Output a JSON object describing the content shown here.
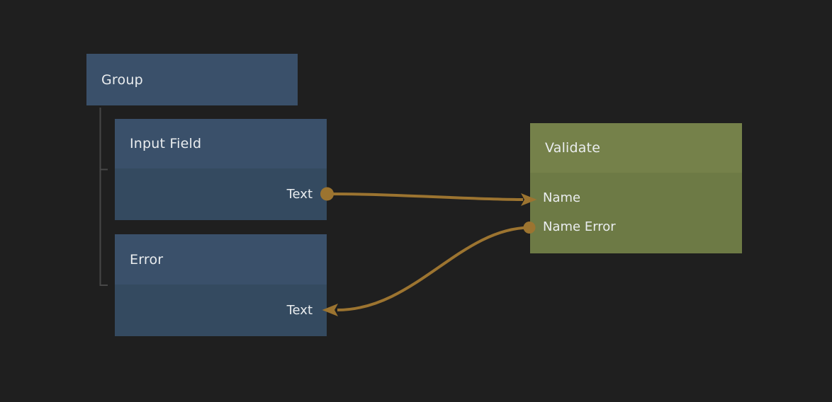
{
  "canvas": {
    "background": "#1f1f1f"
  },
  "palette": {
    "blue_node_header": "#3a506a",
    "blue_node_body": "#344a60",
    "green_node_header": "#75814a",
    "green_node_body": "#6d7a45",
    "wire": "#9c7430",
    "tree_line": "#474747",
    "text": "#eaedef"
  },
  "nodes": [
    {
      "title": "Group",
      "kind": "group",
      "color": "blue",
      "children": [
        "Input Field",
        "Error"
      ]
    },
    {
      "title": "Input Field",
      "color": "blue",
      "parent": "Group",
      "outputs": [
        {
          "label": "Text",
          "connector": "dot"
        }
      ]
    },
    {
      "title": "Error",
      "color": "blue",
      "parent": "Group",
      "inputs": [
        {
          "label": "Text",
          "connector": "arrow"
        }
      ]
    },
    {
      "title": "Validate",
      "color": "green",
      "inputs": [
        {
          "label": "Name",
          "connector": "arrow"
        }
      ],
      "outputs": [
        {
          "label": "Name Error",
          "connector": "dot"
        }
      ]
    }
  ],
  "connections": [
    {
      "from": "Input Field / Text",
      "to": "Validate / Name"
    },
    {
      "from": "Validate / Name Error",
      "to": "Error / Text"
    }
  ]
}
